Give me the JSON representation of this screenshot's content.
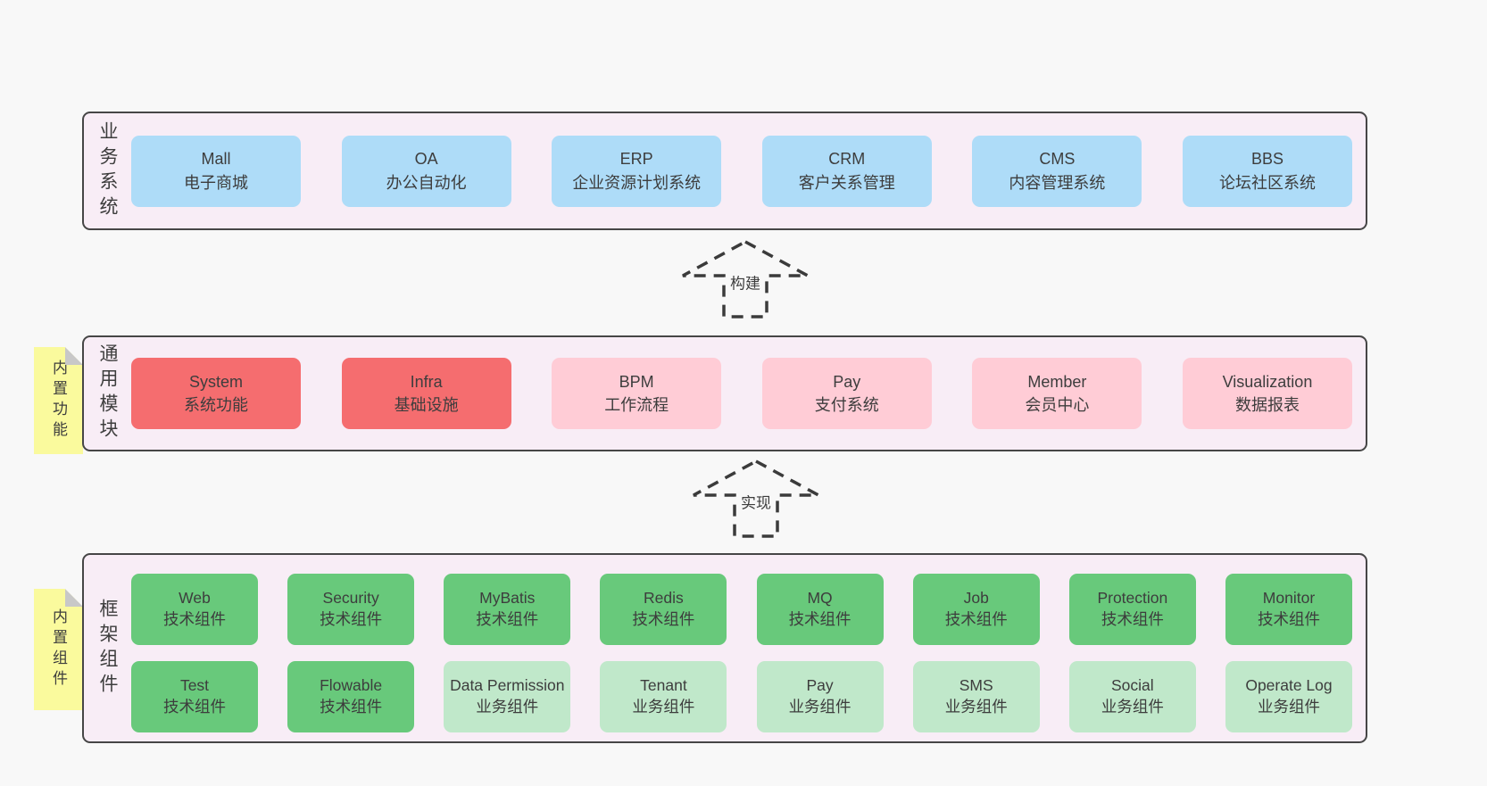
{
  "colors": {
    "page-bg": "#f8f8f8",
    "panel-bg": "#f8edf6",
    "panel-border": "#464646",
    "blue": "#aedcf8",
    "red": "#f56d6f",
    "pink": "#ffccd6",
    "green": "#68c97b",
    "light-green": "#c0e8ca",
    "yellow": "#fafa9d",
    "fold-gray": "#c8c8c8",
    "text": "#3d3d3d"
  },
  "business": {
    "label": "业务系统",
    "items": [
      {
        "name": "Mall",
        "desc": "电子商城"
      },
      {
        "name": "OA",
        "desc": "办公自动化"
      },
      {
        "name": "ERP",
        "desc": "企业资源计划系统"
      },
      {
        "name": "CRM",
        "desc": "客户关系管理"
      },
      {
        "name": "CMS",
        "desc": "内容管理系统"
      },
      {
        "name": "BBS",
        "desc": "论坛社区系统"
      }
    ]
  },
  "arrows": {
    "build": "构建",
    "implement": "实现"
  },
  "modules": {
    "label": "通用模块",
    "sticky": "内置功能",
    "items": [
      {
        "name": "System",
        "desc": "系统功能"
      },
      {
        "name": "Infra",
        "desc": "基础设施"
      },
      {
        "name": "BPM",
        "desc": "工作流程"
      },
      {
        "name": "Pay",
        "desc": "支付系统"
      },
      {
        "name": "Member",
        "desc": "会员中心"
      },
      {
        "name": "Visualization",
        "desc": "数据报表"
      }
    ]
  },
  "components": {
    "label": "框架组件",
    "sticky": "内置组件",
    "row1": [
      {
        "name": "Web",
        "desc": "技术组件"
      },
      {
        "name": "Security",
        "desc": "技术组件"
      },
      {
        "name": "MyBatis",
        "desc": "技术组件"
      },
      {
        "name": "Redis",
        "desc": "技术组件"
      },
      {
        "name": "MQ",
        "desc": "技术组件"
      },
      {
        "name": "Job",
        "desc": "技术组件"
      },
      {
        "name": "Protection",
        "desc": "技术组件"
      },
      {
        "name": "Monitor",
        "desc": "技术组件"
      }
    ],
    "row2": [
      {
        "name": "Test",
        "desc": "技术组件"
      },
      {
        "name": "Flowable",
        "desc": "技术组件"
      },
      {
        "name": "Data Permission",
        "desc": "业务组件"
      },
      {
        "name": "Tenant",
        "desc": "业务组件"
      },
      {
        "name": "Pay",
        "desc": "业务组件"
      },
      {
        "name": "SMS",
        "desc": "业务组件"
      },
      {
        "name": "Social",
        "desc": "业务组件"
      },
      {
        "name": "Operate Log",
        "desc": "业务组件"
      }
    ]
  }
}
